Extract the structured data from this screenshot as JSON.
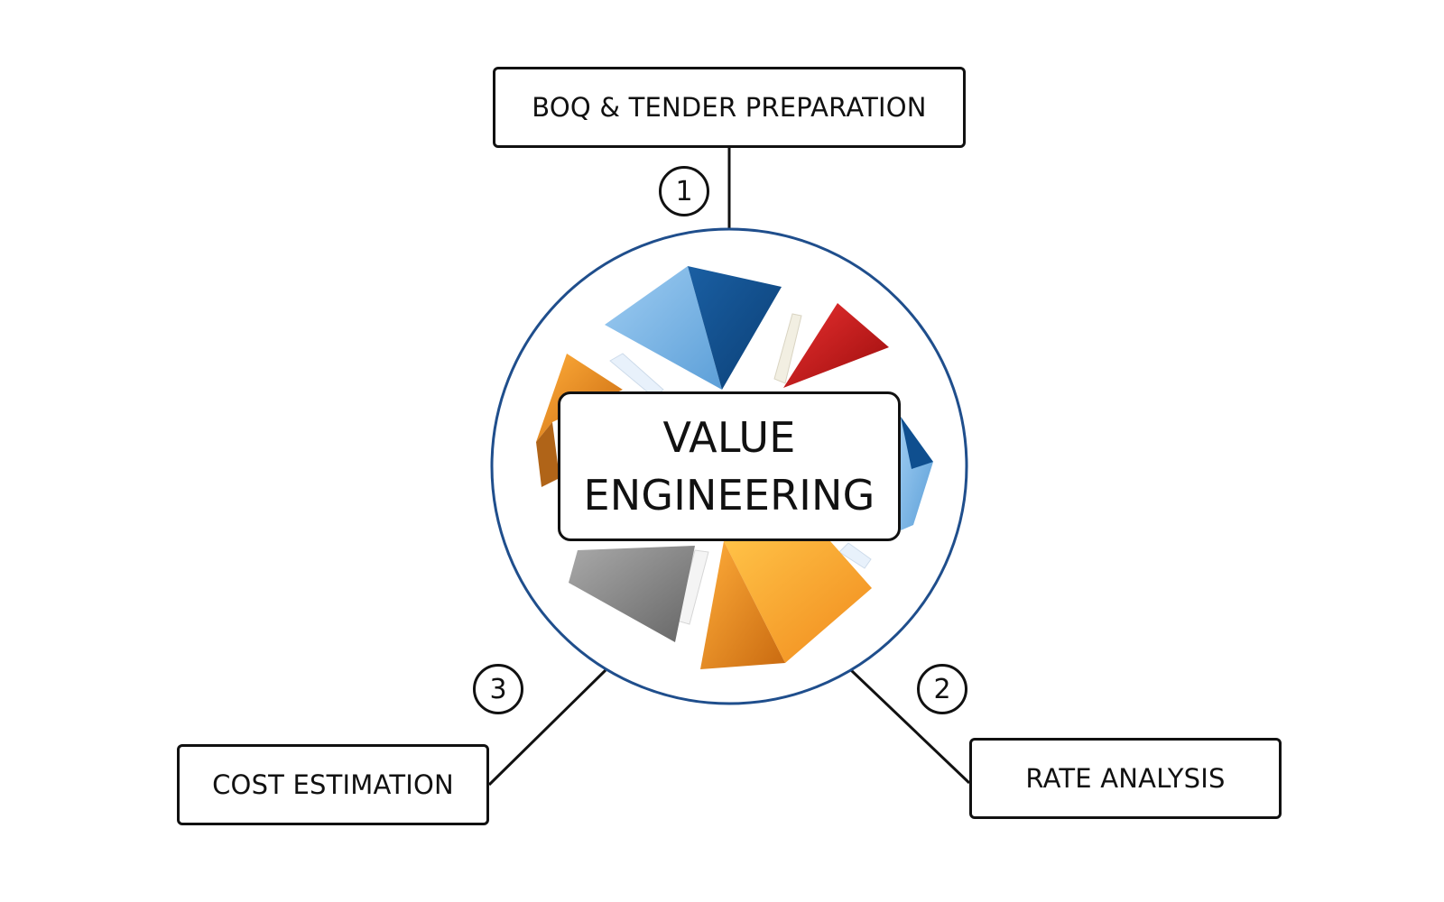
{
  "center": {
    "line1": "VALUE",
    "line2": "ENGINEERING"
  },
  "nodes": [
    {
      "number": "1",
      "label": "BOQ & TENDER PREPARATION"
    },
    {
      "number": "2",
      "label": "RATE ANALYSIS"
    },
    {
      "number": "3",
      "label": "COST ESTIMATION"
    }
  ],
  "colors": {
    "ring": "#1f4e8c",
    "stroke": "#111111",
    "petal_light_blue": "#74b3e6",
    "petal_dark_blue": "#0f4f8f",
    "petal_red": "#d11a1a",
    "petal_orange": "#f28a1a",
    "petal_yellow": "#f7b233",
    "petal_gray": "#8a8a8a"
  },
  "center_graphic": "pinwheel-logo"
}
